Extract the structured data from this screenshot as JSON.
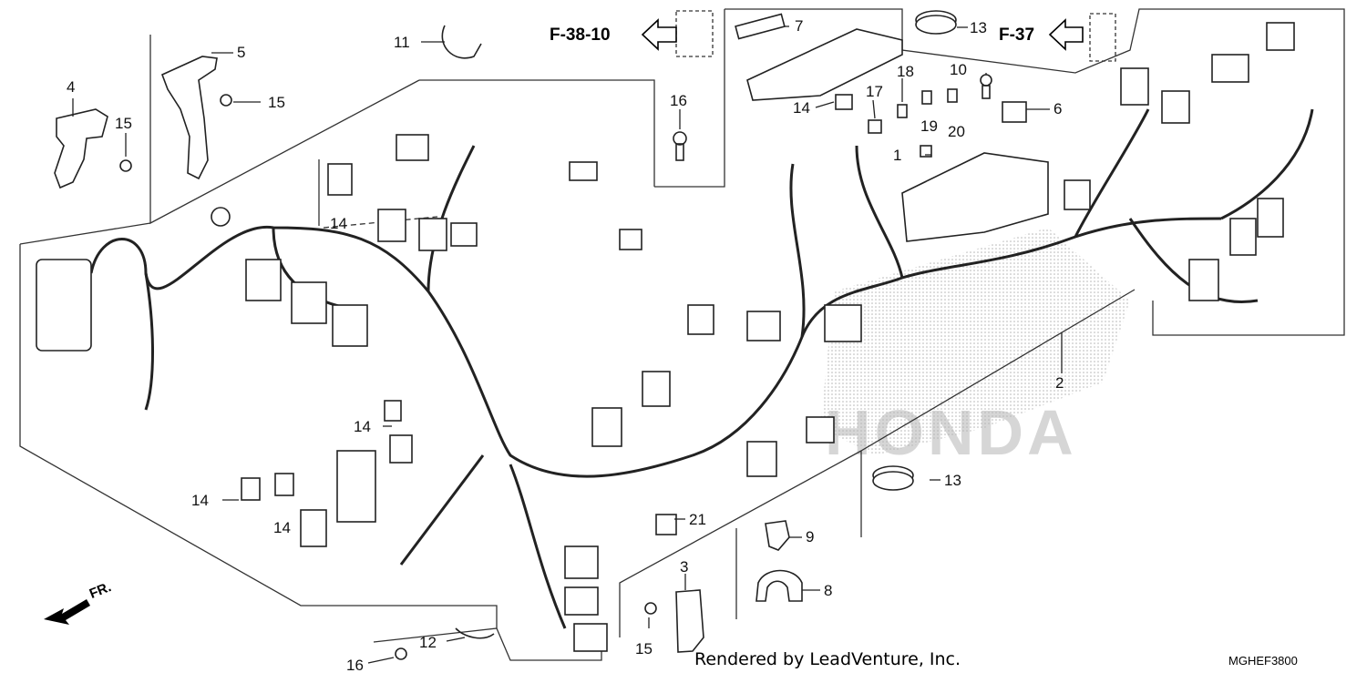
{
  "diagram": {
    "callouts": {
      "c1": "1",
      "c2": "2",
      "c3": "3",
      "c4": "4",
      "c5": "5",
      "c6": "6",
      "c7": "7",
      "c8": "8",
      "c9": "9",
      "c10": "10",
      "c11": "11",
      "c12": "12",
      "c13a": "13",
      "c13b": "13",
      "c14a": "14",
      "c14b": "14",
      "c14c": "14",
      "c14d": "14",
      "c14e": "14",
      "c15a": "15",
      "c15b": "15",
      "c15c": "15",
      "c16a": "16",
      "c16b": "16",
      "c17": "17",
      "c18": "18",
      "c19": "19",
      "c20": "20",
      "c21": "21"
    },
    "references": {
      "left": "F-38-10",
      "right": "F-37"
    },
    "direction_label": "FR.",
    "credit": "Rendered by LeadVenture, Inc.",
    "diagram_code": "MGHEF3800",
    "watermark": "HONDA"
  }
}
